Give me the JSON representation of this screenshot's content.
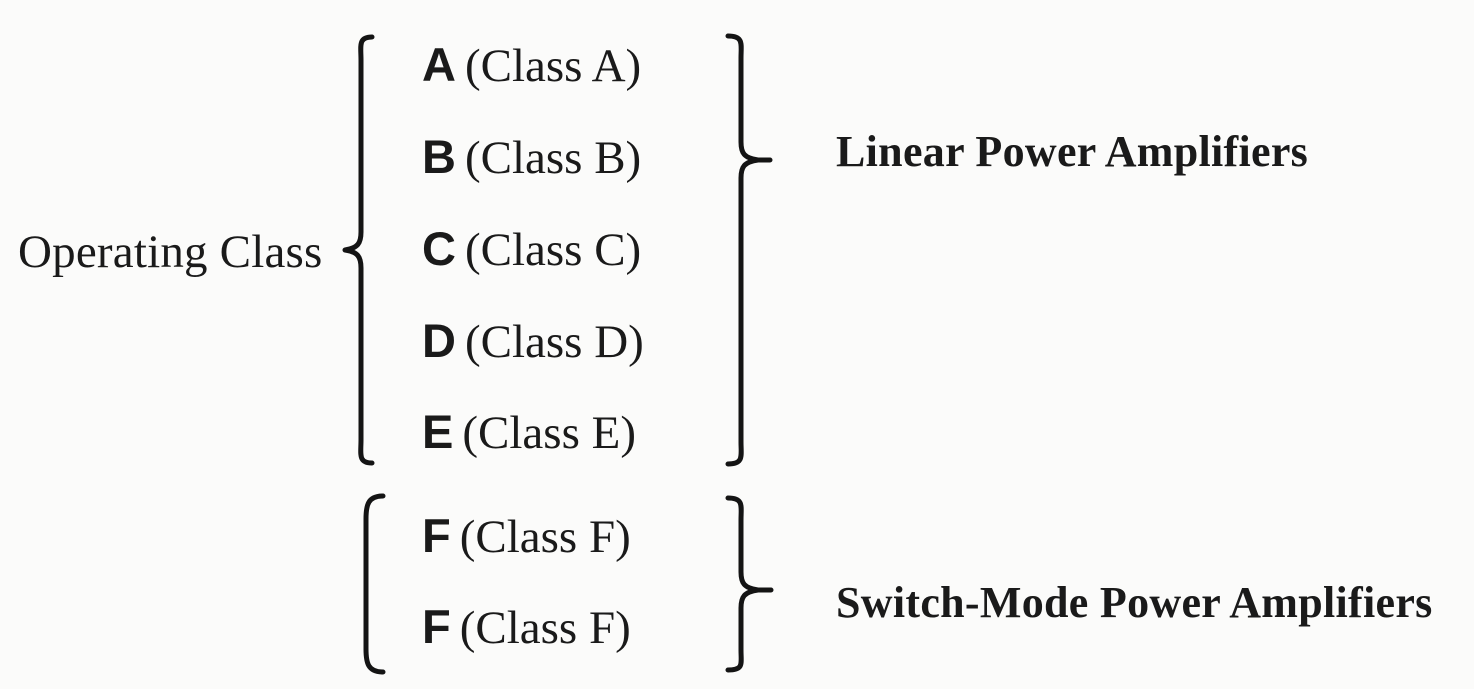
{
  "diagram": {
    "title": "Operating Class",
    "root": {
      "label": "Operating Class"
    },
    "groups": [
      {
        "id": "linear",
        "category_label": "Linear Power Amplifiers",
        "rows": [
          {
            "letter": "A",
            "name": "(Class A)"
          },
          {
            "letter": "B",
            "name": "(Class B)"
          },
          {
            "letter": "C",
            "name": "(Class C)"
          },
          {
            "letter": "D",
            "name": "(Class D)"
          },
          {
            "letter": "E",
            "name": "(Class E)"
          }
        ]
      },
      {
        "id": "switch-mode",
        "category_label": "Switch-Mode Power Amplifiers",
        "rows": [
          {
            "letter": "F",
            "name": "(Class F)"
          },
          {
            "letter": "F",
            "name": "(Class F)"
          }
        ]
      }
    ],
    "colors": {
      "background": "#fbfbfa",
      "text": "#1a1a1a",
      "brace": "#141414"
    }
  }
}
